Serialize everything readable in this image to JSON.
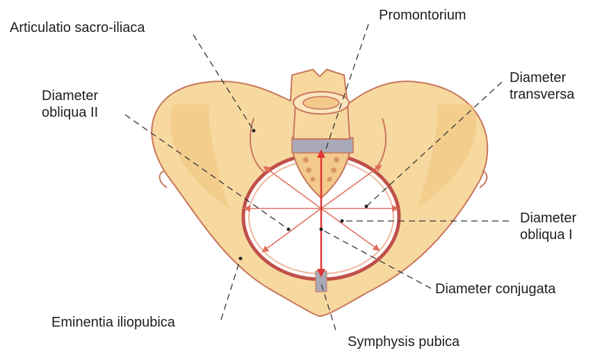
{
  "labels": {
    "articulatio": "Articulatio sacro-iliaca",
    "promontorium": "Promontorium",
    "obliqua2_line1": "Diameter",
    "obliqua2_line2": "obliqua II",
    "transversa_line1": "Diameter",
    "transversa_line2": "transversa",
    "obliqua1_line1": "Diameter",
    "obliqua1_line2": "obliqua I",
    "conjugata": "Diameter conjugata",
    "eminentia": "Eminentia iliopubica",
    "symphysis": "Symphysis pubica"
  },
  "colors": {
    "bone_fill": "#f7d9a0",
    "bone_shade": "#efc27c",
    "bone_outline": "#c8745a",
    "inlet_ring": "#c0504a",
    "diameter_line": "#e07060",
    "conjugata_arrow": "#e03434",
    "cartilage": "#a9a9b8",
    "leader_line": "#333333"
  }
}
